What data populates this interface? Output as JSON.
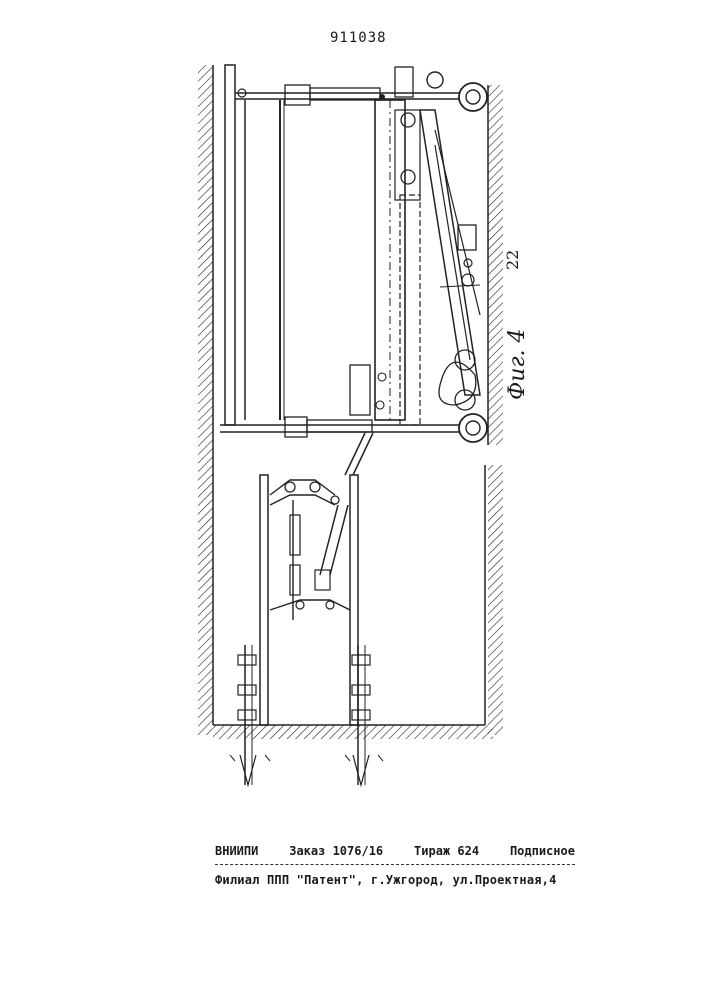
{
  "patent": {
    "number": "911038"
  },
  "figure": {
    "label": "Фиг. 4",
    "callout": "22"
  },
  "imprint": {
    "org": "ВНИИПИ",
    "order": "Заказ 1076/16",
    "circulation": "Тираж 624",
    "subscription": "Подписное",
    "branch_line": "Филиал ППП \"Патент\", г.Ужгород, ул.Проектная,4"
  }
}
